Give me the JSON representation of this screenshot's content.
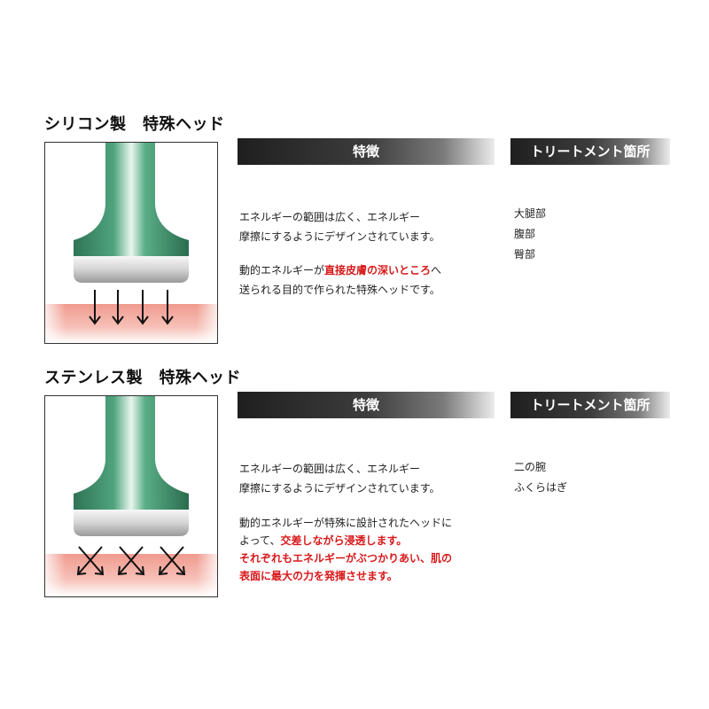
{
  "sections": [
    {
      "title": "シリコン製　特殊ヘッド",
      "feature_label": "特徴",
      "area_label": "トリートメント箇所",
      "desc1_line1": "エネルギーの範囲は広く、エネルギー",
      "desc1_line2": "摩擦にするようにデザインされています。",
      "desc2_line1_pre": "動的エネルギーが",
      "desc2_line1_red": "直接皮膚の深いところ",
      "desc2_line1_post": "へ",
      "desc2_line2": "送られる目的で作られた特殊ヘッドです。",
      "areas": [
        "大腿部",
        "腹部",
        "臀部"
      ]
    },
    {
      "title": "ステンレス製　特殊ヘッド",
      "feature_label": "特徴",
      "area_label": "トリートメント箇所",
      "desc1_line1": "エネルギーの範囲は広く、エネルギー",
      "desc1_line2": "摩擦にするようにデザインされています。",
      "desc2_line1": "動的エネルギーが特殊に設計されたヘッドに",
      "desc2_line2_pre": "よって、",
      "desc2_line2_red": "交差しながら浸透します。",
      "desc2_line3_red": "それぞれもエネルギーがぶつかりあい、肌の",
      "desc2_line4_red": "表面に最大の力を発揮させます。",
      "areas": [
        "二の腕",
        "ふくらはぎ"
      ]
    }
  ],
  "colors": {
    "head_green": "#3f8e6a",
    "skin_pink": "#f2a79c",
    "highlight_red": "#d8191a"
  }
}
